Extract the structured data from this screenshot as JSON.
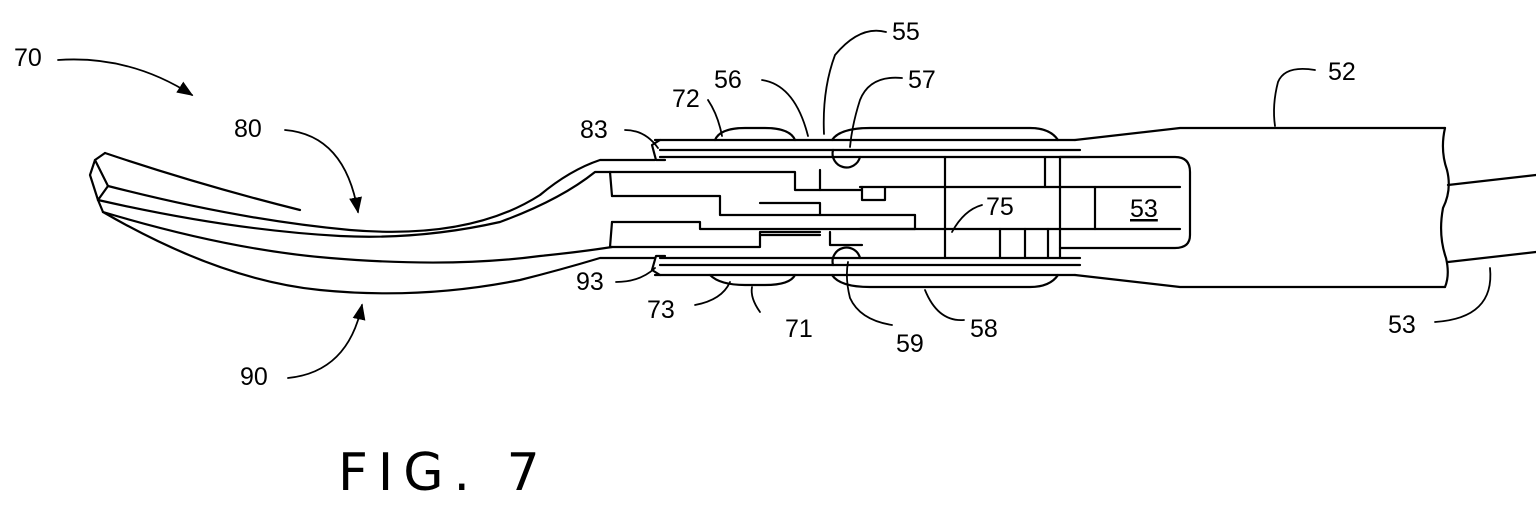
{
  "figure": {
    "caption": "FIG. 7",
    "reference_numerals": {
      "r70": "70",
      "r80": "80",
      "r90": "90",
      "r83": "83",
      "r93": "93",
      "r72": "72",
      "r73": "73",
      "r56": "56",
      "r71": "71",
      "r55": "55",
      "r57": "57",
      "r59": "59",
      "r58": "58",
      "r75": "75",
      "r53_inner": "53",
      "r52": "52",
      "r53_outer": "53"
    }
  }
}
